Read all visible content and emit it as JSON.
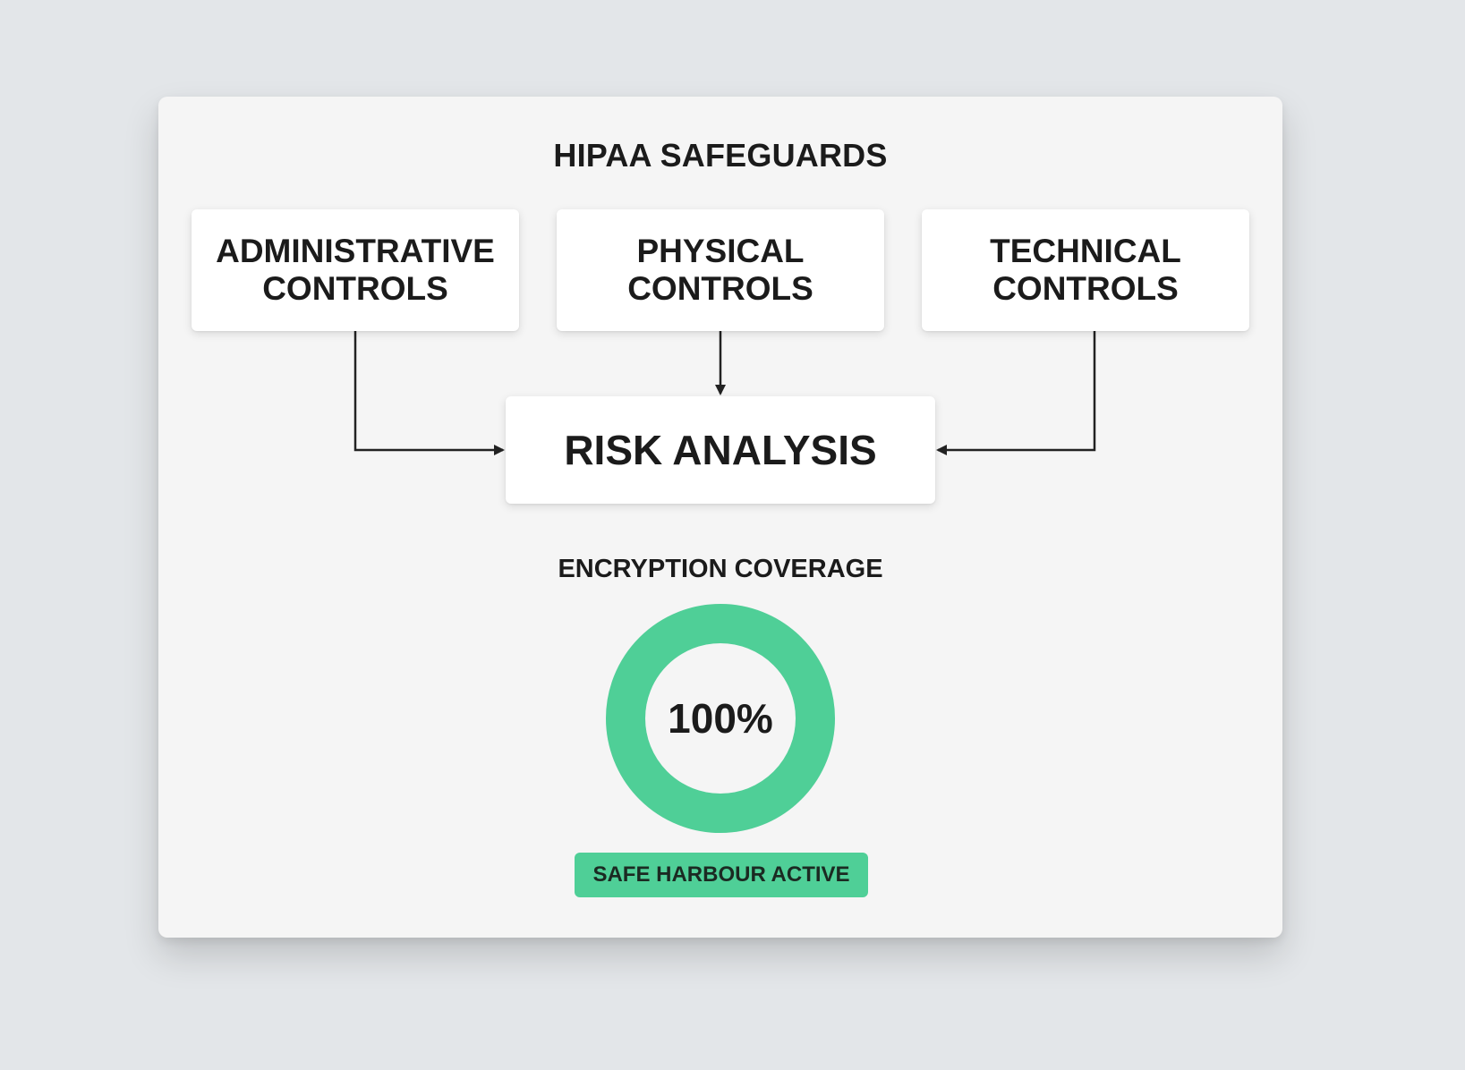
{
  "title": "HIPAA SAFEGUARDS",
  "controls": [
    {
      "label": "ADMINISTRATIVE\nCONTROLS"
    },
    {
      "label": "PHYSICAL\nCONTROLS"
    },
    {
      "label": "TECHNICAL\nCONTROLS"
    }
  ],
  "risk_analysis": {
    "label": "RISK ANALYSIS"
  },
  "encryption": {
    "label": "ENCRYPTION COVERAGE",
    "value_text": "100%",
    "fraction": 1.0,
    "ring_color": "#4fcf97"
  },
  "badge": {
    "label": "SAFE HARBOUR ACTIVE",
    "color": "#4fcf97"
  },
  "colors": {
    "background": "#e3e6e9",
    "card": "#f5f5f5",
    "arrow": "#222222"
  }
}
